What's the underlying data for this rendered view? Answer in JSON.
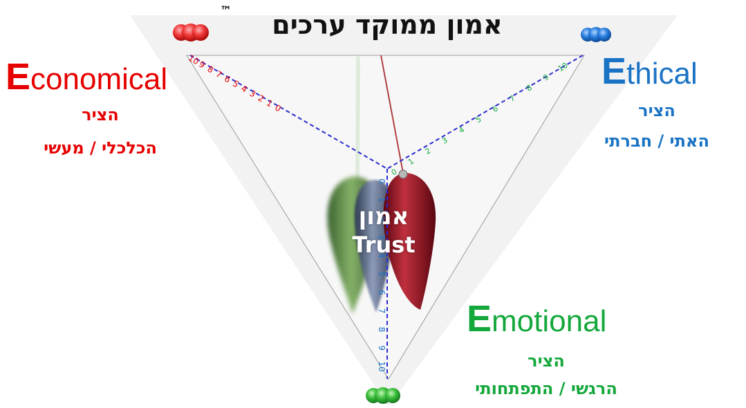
{
  "title": "אמון ממוקד ערכים",
  "title_mark": "™",
  "center": {
    "hebrew": "אמון",
    "english": "Trust"
  },
  "colors": {
    "economical": "#e60000",
    "ethical": "#1a73c4",
    "emotional": "#14a83c",
    "axis_line": "#2a2ad0",
    "pendulum_red": "#8e1020",
    "pendulum_green": "#4d7a3a",
    "pendulum_blue": "#3a4a6e"
  },
  "corners": {
    "economical": {
      "initial": "E",
      "rest": "conomical",
      "hebrew_line1": "הציר",
      "hebrew_line2": "הכלכלי / מעשי",
      "ball_icon": "red-balls-icon"
    },
    "ethical": {
      "initial": "E",
      "rest": "thical",
      "hebrew_line1": "הציר",
      "hebrew_line2": "האתי / חברתי",
      "ball_icon": "blue-balls-icon"
    },
    "emotional": {
      "initial": "E",
      "rest": "motional",
      "hebrew_line1": "הציר",
      "hebrew_line2": "הרגשי / התפתחותי",
      "ball_icon": "green-balls-icon"
    }
  },
  "scales": {
    "economical": [
      "10",
      "9",
      "8",
      "7",
      "6",
      "5",
      "4",
      "3",
      "2",
      "1",
      "0"
    ],
    "ethical": [
      "0",
      "1",
      "2",
      "3",
      "4",
      "5",
      "6",
      "7",
      "8",
      "9",
      "10"
    ],
    "emotional": [
      "0",
      "1",
      "2",
      "3",
      "4",
      "5",
      "6",
      "7",
      "8",
      "9",
      "10"
    ]
  }
}
